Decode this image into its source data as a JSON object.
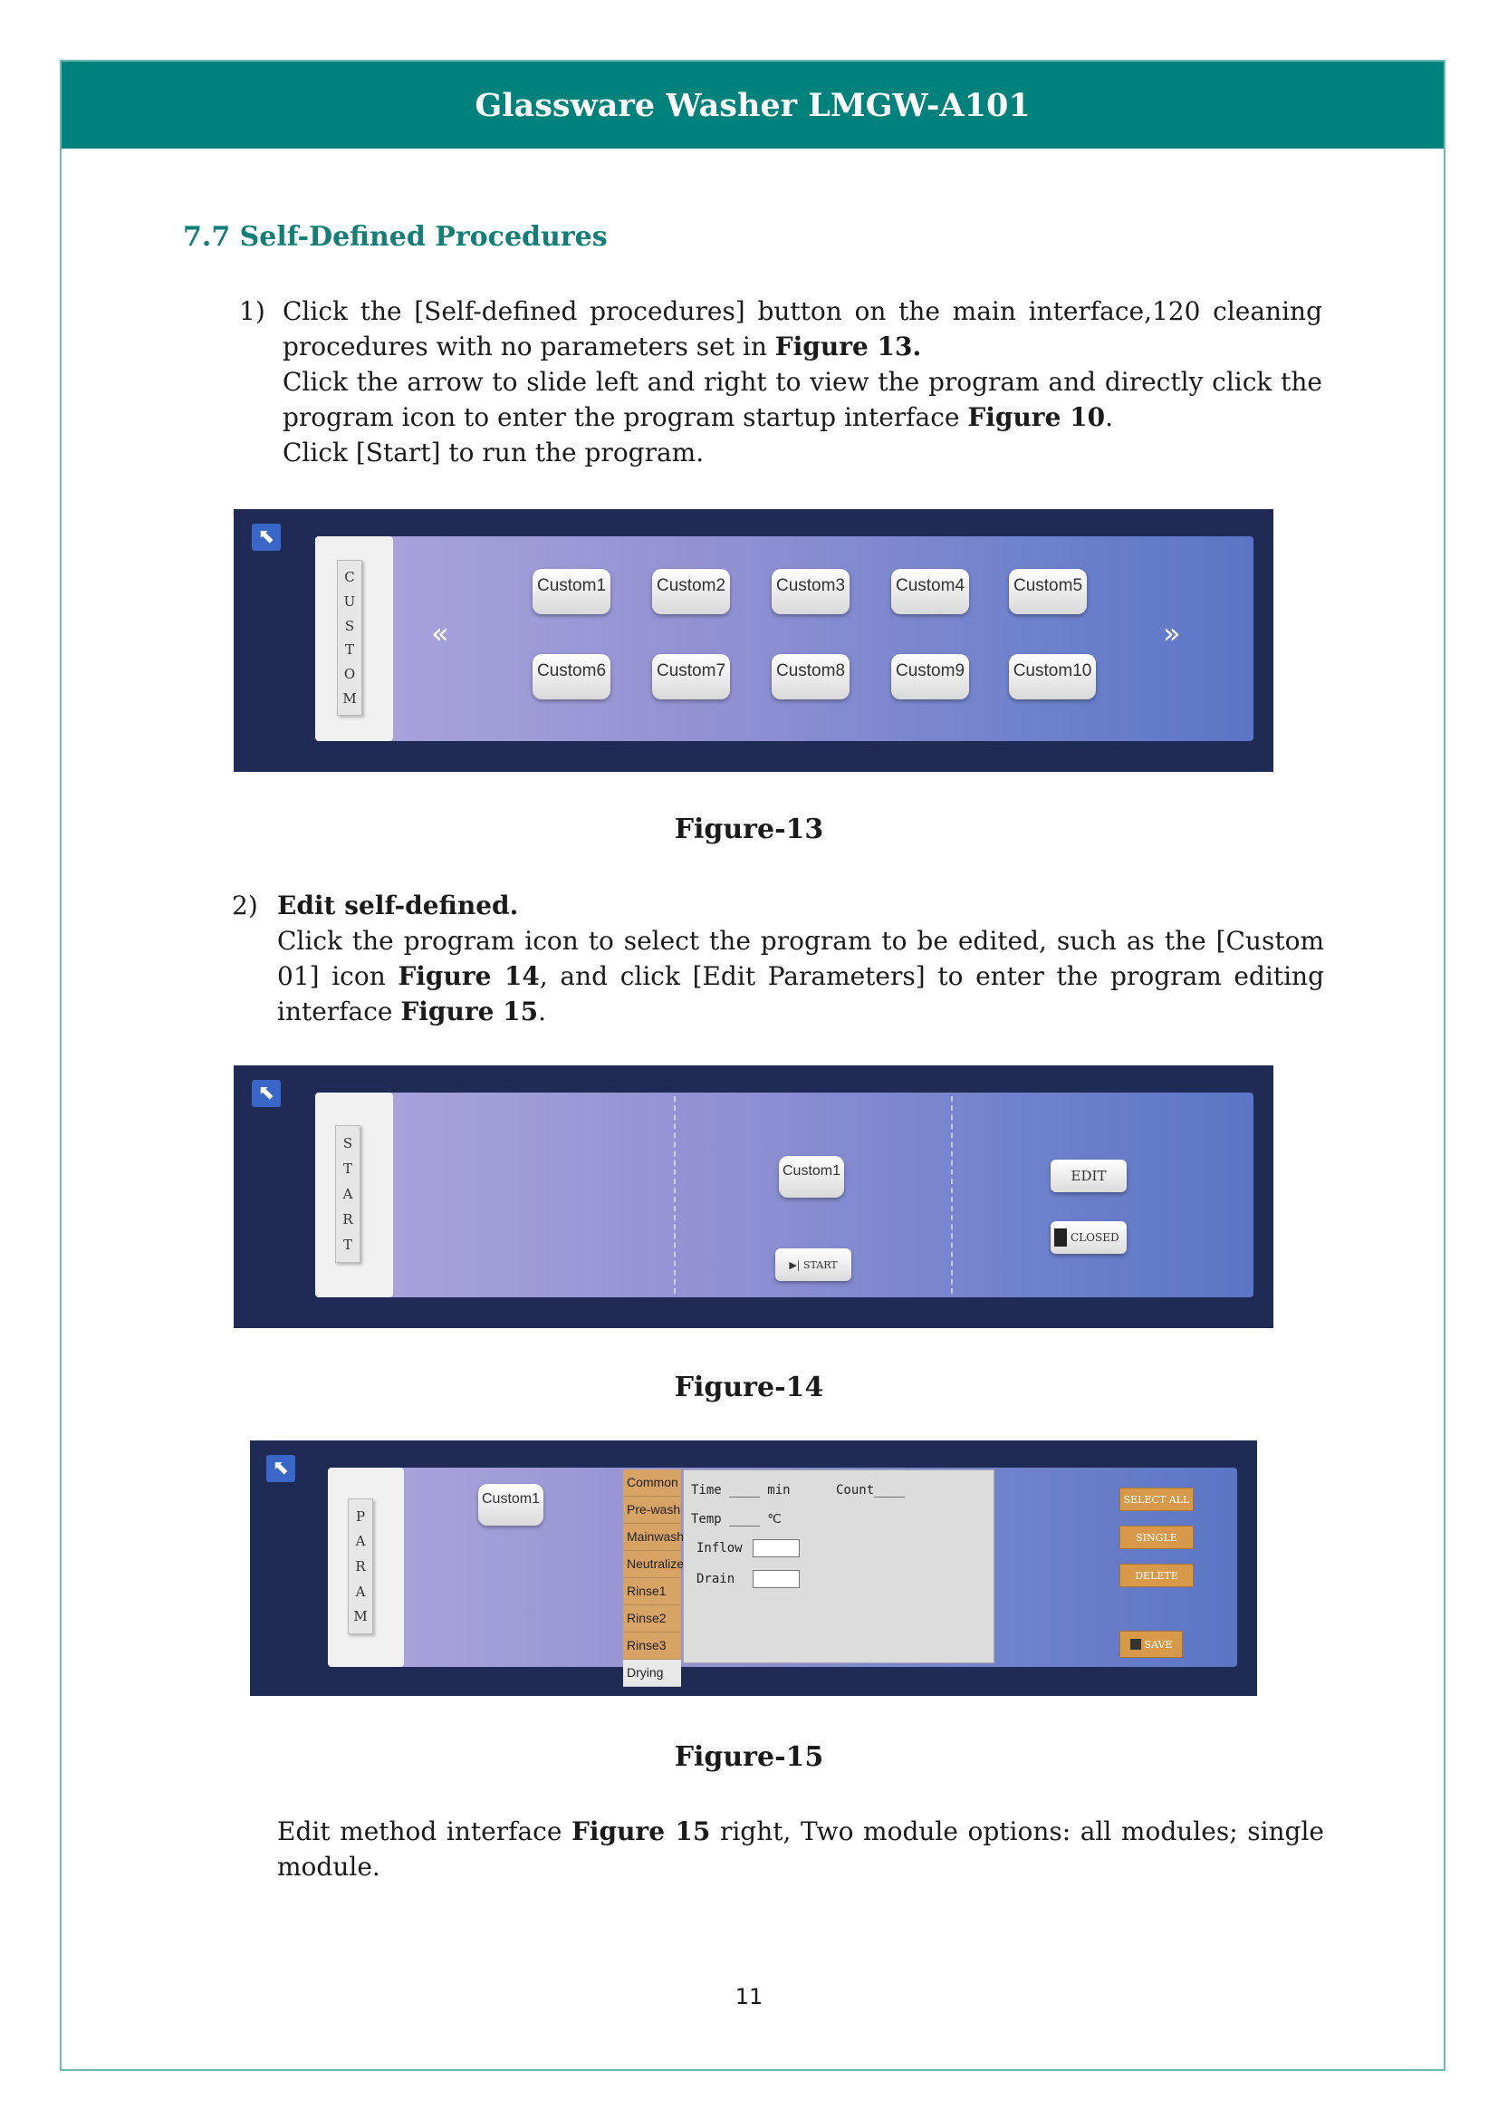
{
  "header": {
    "title": "Glassware Washer LMGW-A101"
  },
  "section": {
    "title": "7.7 Self-Defined Procedures",
    "step1": {
      "number": "1)",
      "line1_a": "Click the [Self-defined procedures] button on the main interface,120 cleaning procedures with no parameters set in ",
      "line1_b": "Figure 13.",
      "line2_a": "Click the arrow to slide left and right to view the program and directly click the program icon to enter the program startup interface ",
      "line2_b": "Figure 10",
      "line2_c": ".",
      "line3": "Click [Start] to run the program."
    },
    "step2": {
      "number": "2)",
      "heading": "Edit self-defined.",
      "text_a": "Click the program icon to select the program to be edited, such as the [Custom 01] icon ",
      "text_b": "Figure 14",
      "text_c": ", and click [Edit Parameters] to enter the program editing interface ",
      "text_d": "Figure 15",
      "text_e": "."
    },
    "closing": {
      "text_a": "Edit method interface ",
      "text_b": "Figure 15",
      "text_c": " right, Two module options: all modules; single module."
    }
  },
  "figure13": {
    "caption": "Figure-13",
    "back_icon": "back-arrow-icon",
    "side_letters": [
      "C",
      "U",
      "S",
      "T",
      "O",
      "M"
    ],
    "left_arrow": "«",
    "right_arrow": "»",
    "programs": [
      "Custom1",
      "Custom2",
      "Custom3",
      "Custom4",
      "Custom5",
      "Custom6",
      "Custom7",
      "Custom8",
      "Custom9",
      "Custom10"
    ]
  },
  "figure14": {
    "caption": "Figure-14",
    "back_icon": "back-arrow-icon",
    "side_letters": [
      "S",
      "T",
      "A",
      "R",
      "T"
    ],
    "program": "Custom1",
    "start_label": "▶| START",
    "edit_label": "EDIT",
    "closed_label": "CLOSED"
  },
  "figure15": {
    "caption": "Figure-15",
    "back_icon": "back-arrow-icon",
    "side_letters": [
      "P",
      "A",
      "R",
      "A",
      "M"
    ],
    "program": "Custom1",
    "modules": [
      "Common",
      "Pre-wash",
      "Mainwash",
      "Neutralize",
      "Rinse1",
      "Rinse2",
      "Rinse3",
      "Drying"
    ],
    "params": {
      "time": "Time ____ min",
      "count": "Count____",
      "temp": "Temp ____ ℃",
      "inflow": "Inflow",
      "drain": "Drain"
    },
    "buttons": {
      "select_all": "SELECT ALL",
      "single": "SINGLE",
      "delete": "DELETE",
      "save": "SAVE"
    }
  },
  "page_number": "11"
}
